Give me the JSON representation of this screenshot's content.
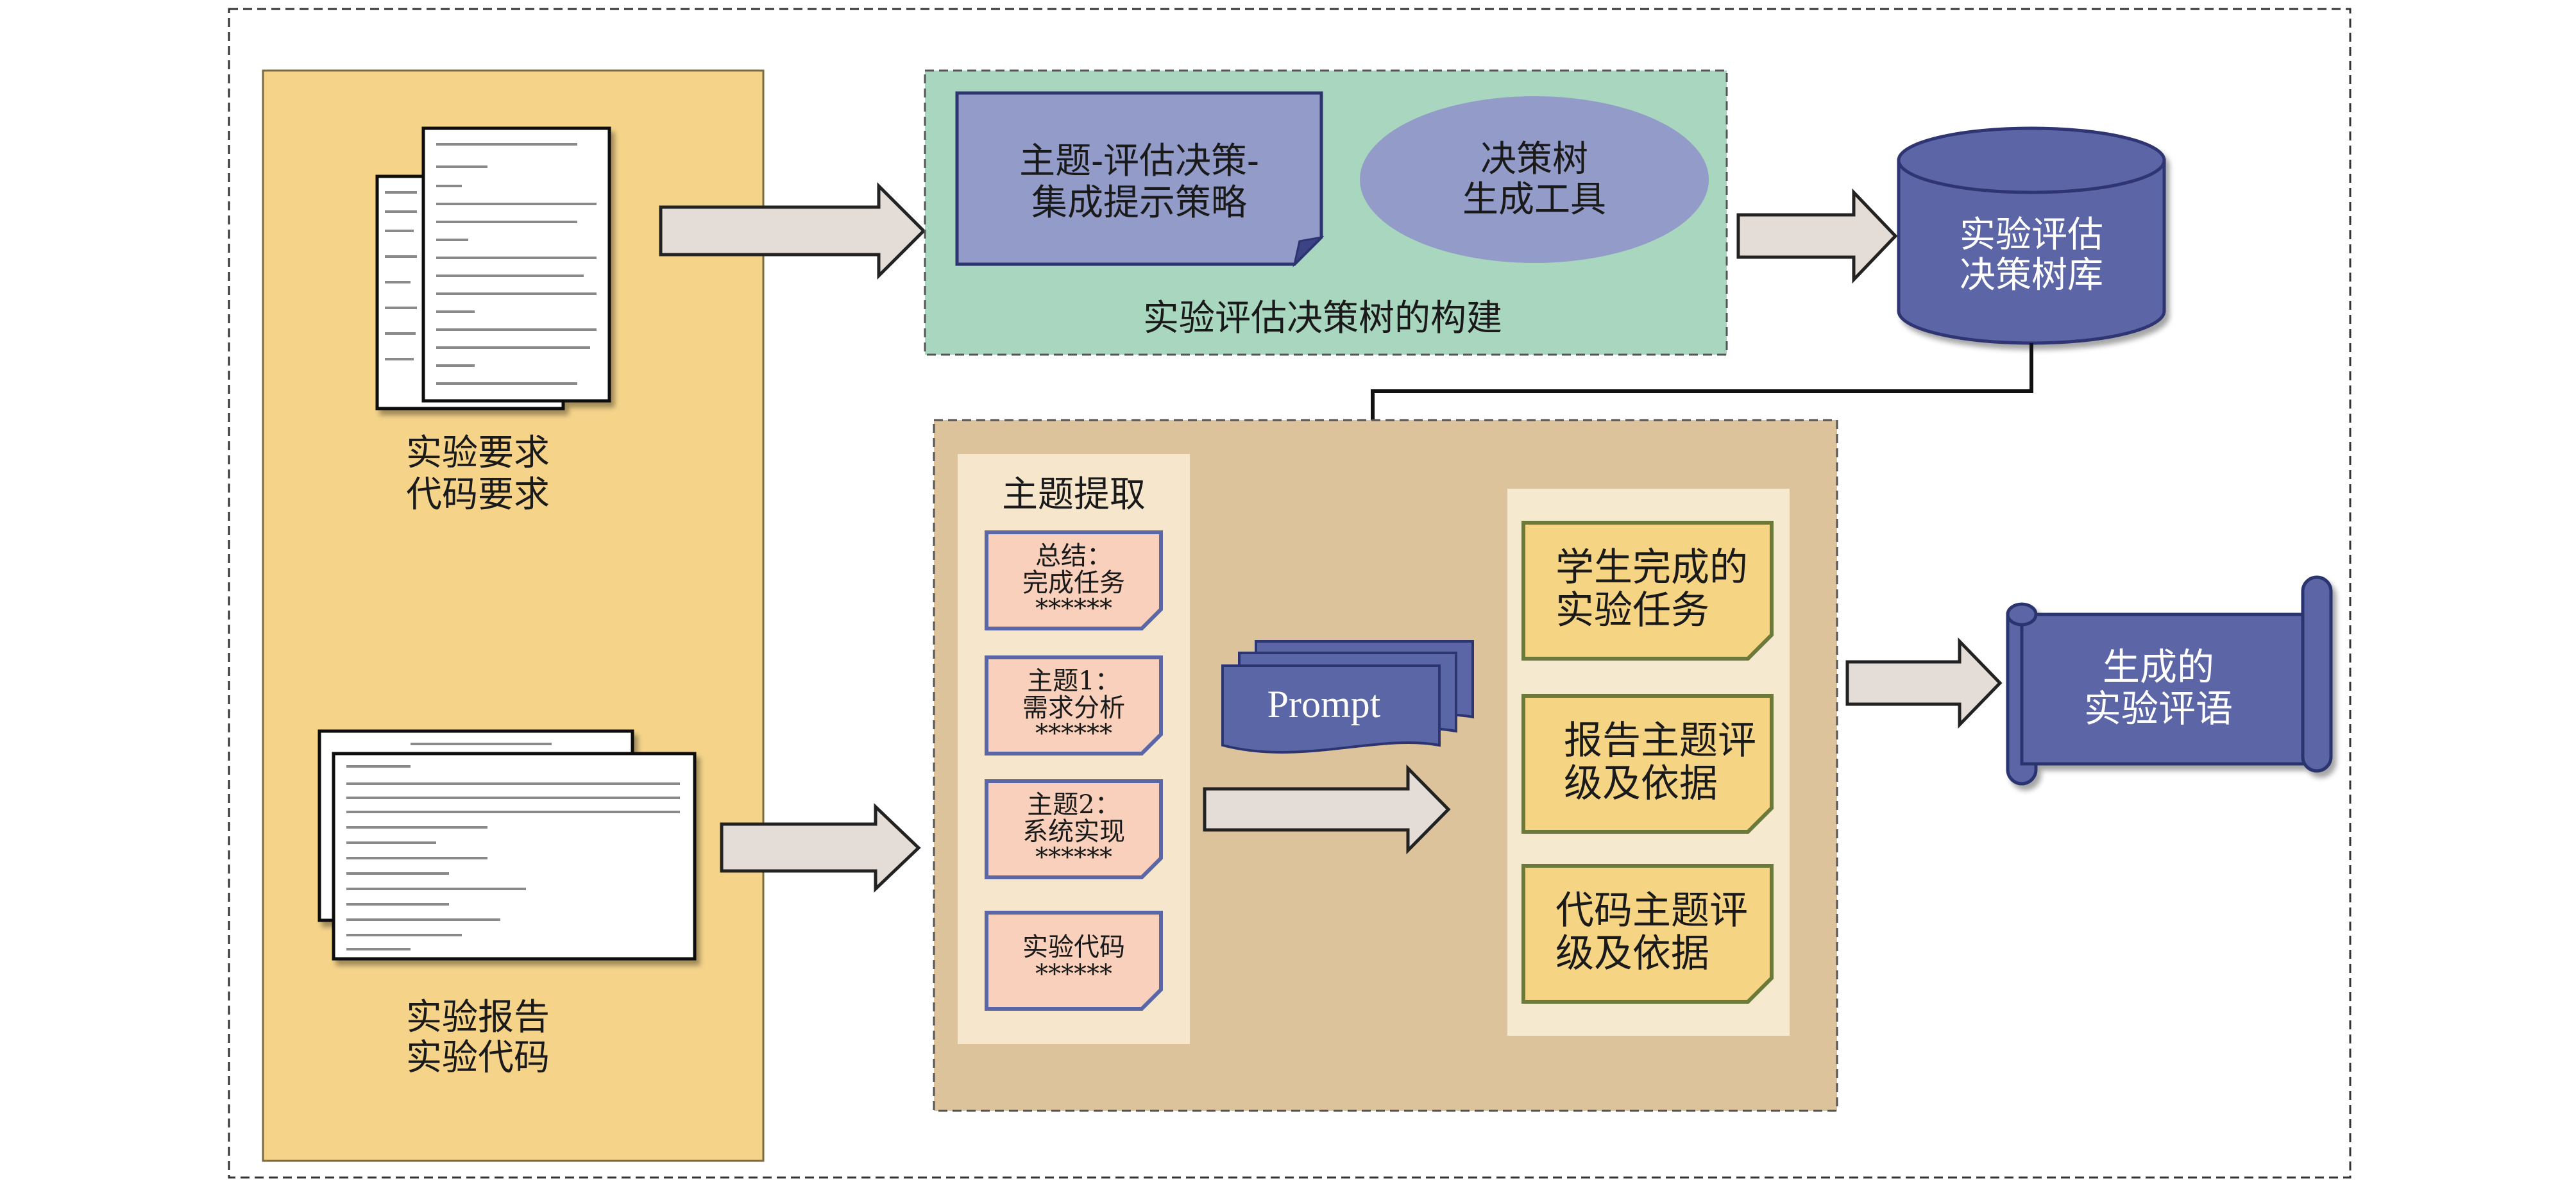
{
  "colors": {
    "left_panel": "#f5d48a",
    "top_panel": "#a9d6bf",
    "bottom_panel": "#ddc39c",
    "theme_column": "#f6e6cc",
    "output_column": "#f5e9cf",
    "indigo": "#5b66a6",
    "light_indigo": "#939bc9",
    "pink_card": "#f8d0bb",
    "yellow_card": "#f5d483"
  },
  "icons": {
    "doc_top": "document-stack-icon",
    "doc_bottom": "report-document-icon",
    "database": "database-cylinder-icon",
    "scroll": "scroll-icon"
  },
  "left": {
    "top_caption": [
      "实验要求",
      "代码要求"
    ],
    "bottom_caption": [
      "实验报告",
      "实验代码"
    ]
  },
  "top_panel": {
    "strategy": [
      "主题-评估决策-",
      "集成提示策略"
    ],
    "tool": [
      "决策树",
      "生成工具"
    ],
    "caption": "实验评估决策树的构建"
  },
  "database": {
    "label": [
      "实验评估",
      "决策树库"
    ]
  },
  "bottom_panel": {
    "theme_title": "主题提取",
    "themes": [
      {
        "lines": [
          "总结：",
          "完成任务",
          "******"
        ]
      },
      {
        "lines": [
          "主题1：",
          "需求分析",
          "******"
        ]
      },
      {
        "lines": [
          "主题2：",
          "系统实现",
          "******"
        ]
      },
      {
        "lines": [
          "实验代码",
          "******"
        ]
      }
    ],
    "prompt": "Prompt",
    "outputs": [
      {
        "lines": [
          "学生完成的",
          "实验任务"
        ]
      },
      {
        "lines": [
          "报告主题评",
          "级及依据"
        ]
      },
      {
        "lines": [
          "代码主题评",
          "级及依据"
        ]
      }
    ]
  },
  "result": {
    "label": [
      "生成的",
      "实验评语"
    ]
  }
}
